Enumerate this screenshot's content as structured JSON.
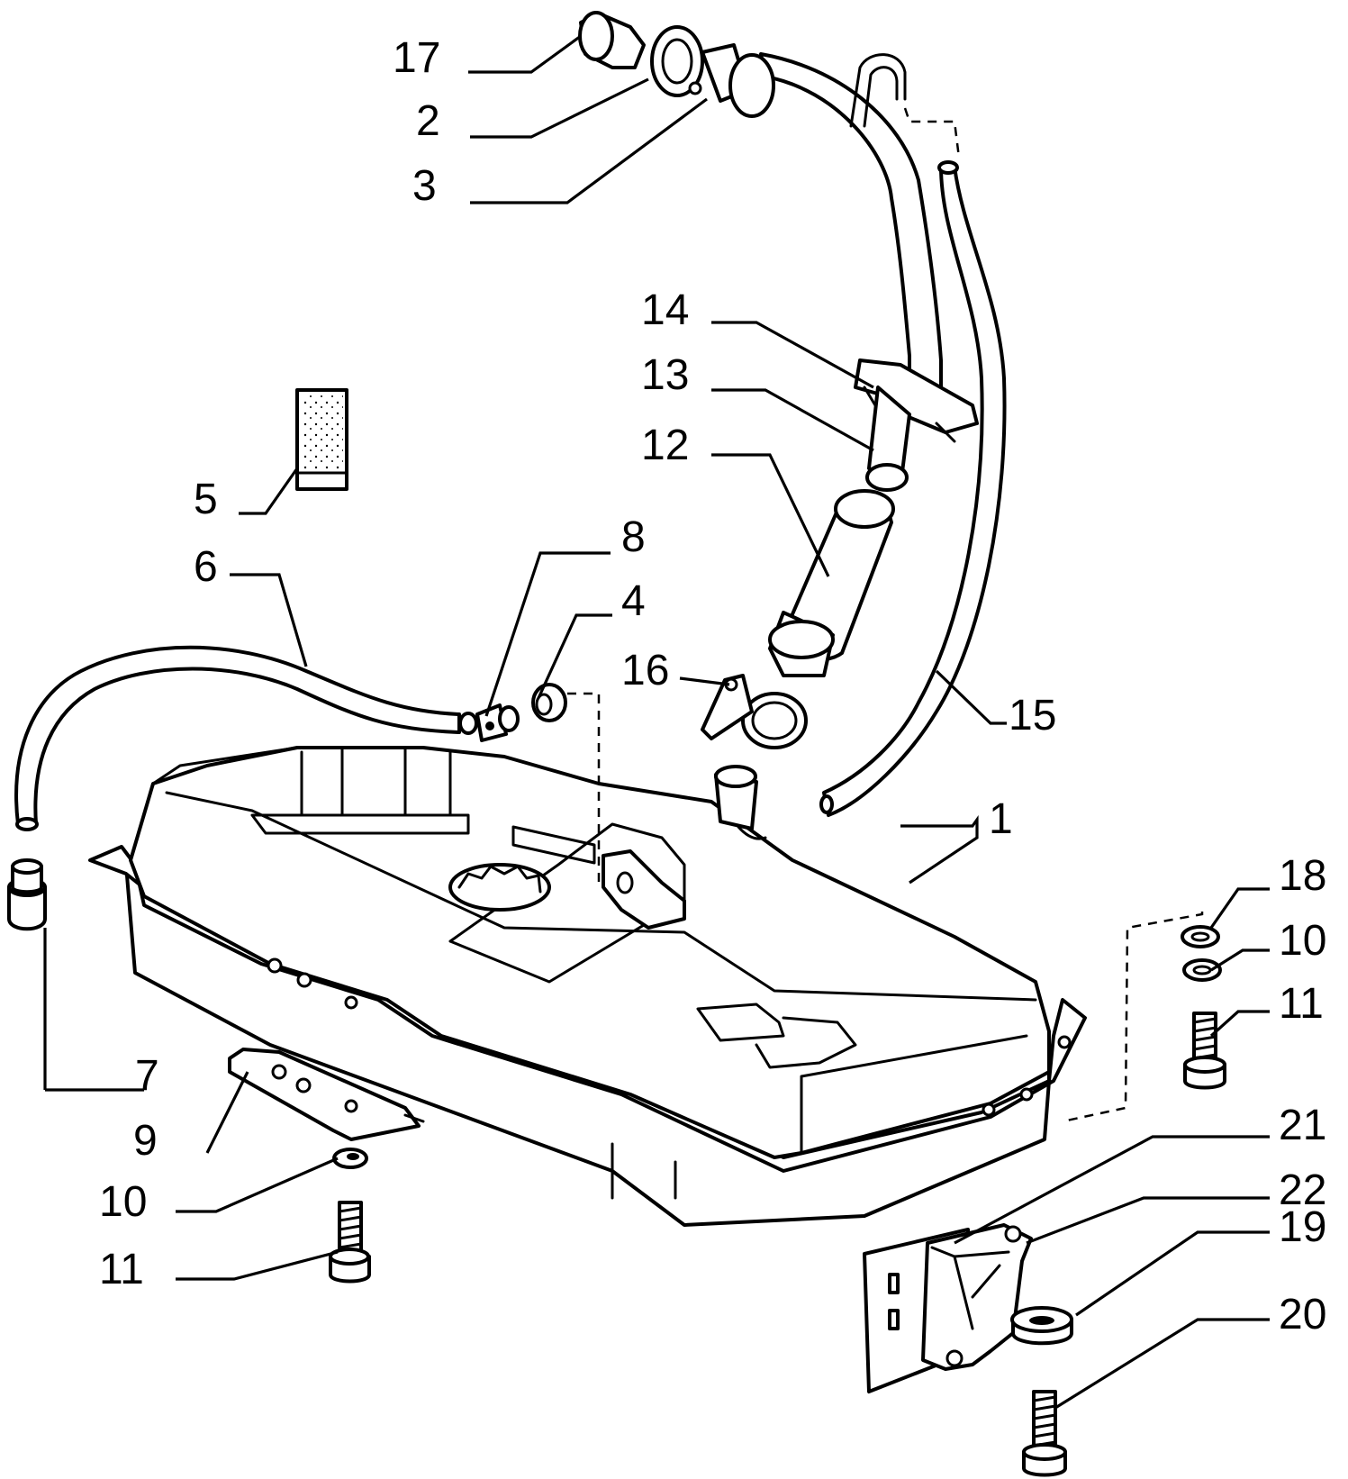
{
  "callouts": [
    "1",
    "2",
    "3",
    "4",
    "5",
    "6",
    "7",
    "8",
    "9",
    "10",
    "10",
    "11",
    "11",
    "12",
    "13",
    "14",
    "15",
    "16",
    "17",
    "18",
    "19",
    "20",
    "21",
    "22"
  ],
  "colors": {
    "line": "#000000",
    "background": "#ffffff"
  }
}
